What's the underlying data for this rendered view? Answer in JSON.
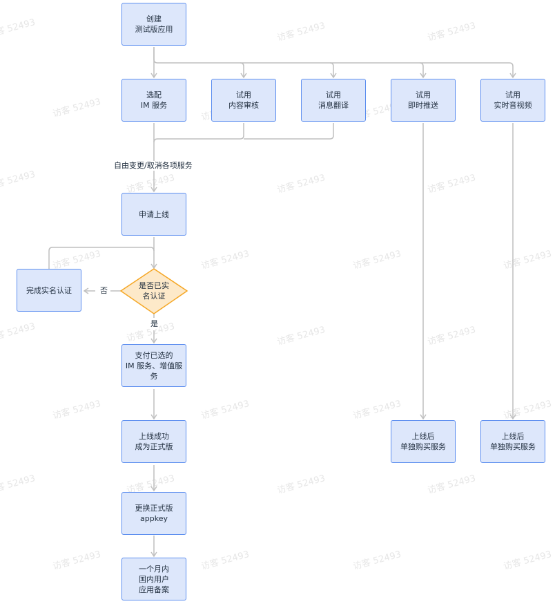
{
  "nodes": {
    "create": "创建\n测试版应用",
    "select_im": "选配\nIM 服务",
    "trial_moderation": "试用\n内容审核",
    "trial_translate": "试用\n消息翻译",
    "trial_push": "试用\n即时推送",
    "trial_av": "试用\n实时音视频",
    "apply_online": "申请上线",
    "realname_check": "是否已实\n名认证",
    "complete_realname": "完成实名认证",
    "pay": "支付已选的\nIM 服务、增值服务",
    "online_success": "上线成功\n成为正式版",
    "replace_appkey": "更换正式版\nappkey",
    "filing": "一个月内\n国内用户\n应用备案",
    "push_after": "上线后\n单独购买服务",
    "av_after": "上线后\n单独购买服务"
  },
  "edge_labels": {
    "change_services": "自由变更/取消各项服务",
    "no": "否",
    "yes": "是"
  },
  "watermark": "访客 52493",
  "colors": {
    "box_fill": "#dde7fb",
    "box_border": "#5b8def",
    "diamond_fill": "#fde9c9",
    "diamond_border": "#f5a623",
    "connector": "#bfbfbf"
  }
}
